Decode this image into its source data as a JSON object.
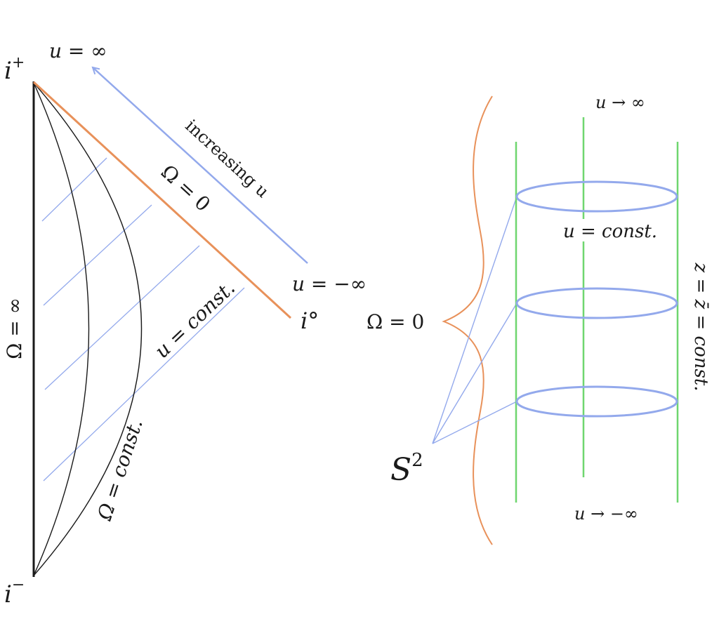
{
  "colors": {
    "ink": "#1a1a1a",
    "scri_boundary": "#e8915a",
    "retarded_time": "#93a9ec",
    "generators": "#6fd66f"
  },
  "left_panel": {
    "future_timelike_infinity": "i",
    "future_timelike_sup": "+",
    "past_timelike_infinity": "i",
    "past_timelike_sup": "−",
    "spatial_infinity": "i°",
    "omega_infinity": "Ω = ∞",
    "omega_zero": "Ω = 0",
    "omega_const": "Ω = const.",
    "u_infinity": "u = ∞",
    "u_minus_infinity": "u = −∞",
    "u_const": "u = const.",
    "increasing_u": "increasing u"
  },
  "right_panel": {
    "u_to_infinity": "u → ∞",
    "u_to_minus_infinity": "u → −∞",
    "u_const": "u = const.",
    "z_const": "z = z̄ = const.",
    "omega_zero": "Ω = 0",
    "sphere_symbol": "S",
    "sphere_sup": "2"
  }
}
